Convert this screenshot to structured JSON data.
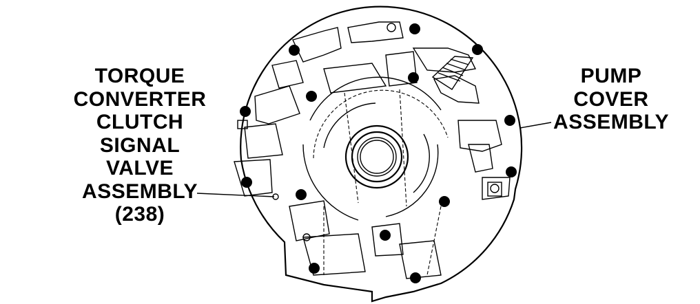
{
  "labels": {
    "tcc_signal_valve": [
      "TORQUE",
      "CONVERTER",
      "CLUTCH",
      "SIGNAL",
      "VALVE",
      "ASSEMBLY",
      "(238)"
    ],
    "pump_cover": [
      "PUMP",
      "COVER",
      "ASSEMBLY"
    ]
  },
  "colors": {
    "ink": "#000000",
    "background": "#ffffff"
  }
}
